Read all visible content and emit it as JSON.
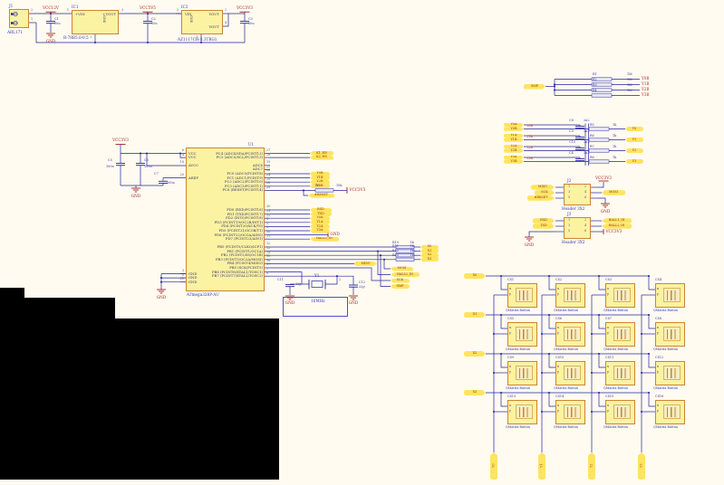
{
  "colors": {
    "background": "#FFFBF0",
    "wire": "#2222A2",
    "component_fill": "#FBF3A2",
    "component_border": "#CE8430",
    "flag_fill": "#FFE45E",
    "flag_text": "#8B3800",
    "power_red": "#A32222",
    "net_label_red": "#B33030",
    "ref_blue": "#3434B4",
    "pin_gray": "#5A5A7E",
    "selection_blue": "#5050C8",
    "resistor_fill": "#E9E9F7"
  },
  "num": {
    "p1": "1",
    "p2": "2",
    "p3": "3",
    "p4": "4",
    "p5": "5",
    "p6": "6"
  },
  "power": {
    "j1_ref": "J1",
    "j1_part": "ARL171",
    "vcc_in": "VCC12V",
    "c1r": "C1",
    "c1v": "10u",
    "ic1r": "IC1",
    "ic1p": "R-78B5.0-0.5",
    "ic1_vin": "+VIN",
    "ic1_vout": "+VOUT",
    "ic1_gnd": "GND",
    "vcc5": "VCC5V5",
    "c2r": "C2",
    "c2v": "10u",
    "ic2r": "IC2",
    "ic2p": "AZ1117CH-3.3TRG1",
    "ic2_vin": "VIN",
    "ic2_vout": "VOUT",
    "ic2_gnd": "GND",
    "vcc33": "VCC3V3",
    "c3r": "C3",
    "c3v": "10u",
    "gnd": "GND"
  },
  "mcu": {
    "ref": "U1",
    "part": "ATmega328P-AU",
    "vcc": "VCC3V3",
    "gnd": "GND",
    "caps": [
      {
        "r": "C5",
        "v": "100n"
      },
      {
        "r": "C6",
        "v": "100n"
      },
      {
        "r": "C7",
        "v": "100n"
      }
    ],
    "left_pins": [
      {
        "n": "VCC",
        "p": "6"
      },
      {
        "n": "VCC",
        "p": "4"
      },
      {
        "n": "AVCC",
        "p": "18"
      },
      {
        "n": "AREF",
        "p": "20"
      },
      {
        "n": "GND",
        "p": "3"
      },
      {
        "n": "GND",
        "p": "5"
      },
      {
        "n": "GND",
        "p": "21"
      }
    ],
    "right_pins": [
      {
        "n": "PC4 (ADC4/SDA/PCINT12)",
        "p": "27"
      },
      {
        "n": "PC5 (ADC5/SCL/PCINT13)",
        "p": "28"
      },
      {
        "n": "ADC6",
        "p": "19"
      },
      {
        "n": "ADC7",
        "p": "22"
      },
      {
        "n": "PC0 (ADC0/PCINT8)",
        "p": "23"
      },
      {
        "n": "PC1 (ADC1/PCINT9)",
        "p": "24"
      },
      {
        "n": "PC2 (ADC2/PCINT10)",
        "p": "25"
      },
      {
        "n": "PC3 (ADC3/PCINT11)",
        "p": "26"
      },
      {
        "n": "PC6 (RESET/PCINT14)",
        "p": "29"
      },
      {
        "n": "PD0 (RXD/PCINT16)",
        "p": "30"
      },
      {
        "n": "PD1 (TXD/PCINT17)",
        "p": "31"
      },
      {
        "n": "PD2 (INT0/PCINT18)",
        "p": "32"
      },
      {
        "n": "PD3 (PCINT19/OC2B/INT1)",
        "p": "1"
      },
      {
        "n": "PD4 (PCINT20/XCK/T0)",
        "p": "2"
      },
      {
        "n": "PD5 (PCINT21/OC0B/T1)",
        "p": "9"
      },
      {
        "n": "PD6 (PCINT22/OC0A/AIN0)",
        "p": "10"
      },
      {
        "n": "PD7 (PCINT23/AIN1)",
        "p": "11"
      },
      {
        "n": "PB0 (PCINT0/CLKO/ICP1)",
        "p": "12"
      },
      {
        "n": "PB1 (PCINT1/OC1A)",
        "p": "13"
      },
      {
        "n": "PB2 (PCINT2/SS/OC1B)",
        "p": "14"
      },
      {
        "n": "PB3 (PCINT3/OC2A/MOSI)",
        "p": "15"
      },
      {
        "n": "PB4 (PCINT4/MISO)",
        "p": "16"
      },
      {
        "n": "PB5 (SCK/PCINT5)",
        "p": "17"
      },
      {
        "n": "PB6 (PCINT6/XTAL1/TOSC1)",
        "p": "7"
      },
      {
        "n": "PB7 (PCINT7/XTAL2/TOSC2)",
        "p": "8"
      }
    ]
  },
  "nets": {
    "k1": "K1_EN",
    "k2": "K2_EN",
    "yb": [
      "Y0B",
      "Y1B",
      "Y2B",
      "Y3B"
    ],
    "ya": [
      "Y0A",
      "Y1A",
      "Y2A",
      "Y3A"
    ],
    "rxd": "RXD",
    "txd": "TXD",
    "gnd": "GND",
    "hall1": "HALL1_IN",
    "hall2": "HALL2_IN",
    "miso": "MISO",
    "mosi": "MOSI",
    "sck": "SCK",
    "smp": "SMP",
    "reset": "#RESET",
    "vcc33": "VCC3V3"
  },
  "reset_r": {
    "r": "R9",
    "v": "10k"
  },
  "xres": [
    {
      "r": "R10",
      "v": "1k",
      "x": "X0"
    },
    {
      "r": "R11",
      "v": "1k",
      "x": "X1"
    },
    {
      "r": "R12",
      "v": "1k",
      "x": "X2"
    },
    {
      "r": "R13",
      "v": "1k",
      "x": "X3"
    }
  ],
  "xtal": {
    "ref": "Y1",
    "freq": "16MHz",
    "c1": "C11",
    "c1v": "22p",
    "c2": "C12",
    "c2v": "22p",
    "gnd": "GND"
  },
  "smp_rows": [
    {
      "r": "R1",
      "v": "1M",
      "net": "Y0B"
    },
    {
      "r": "R2",
      "v": "1M",
      "net": "Y1B"
    },
    {
      "r": "R3",
      "v": "1M",
      "net": "Y2B"
    },
    {
      "r": "R4",
      "v": "1M",
      "net": "Y3B"
    }
  ],
  "ynet": [
    {
      "a": "Y0A",
      "b": "Y0B",
      "c": "C8",
      "cv": "2n2",
      "rr": "R5",
      "rv": "1k",
      "y": "Y0"
    },
    {
      "a": "Y1A",
      "b": "Y1B",
      "c": "C9",
      "cv": "2n2",
      "rr": "R6",
      "rv": "1k",
      "y": "Y1"
    },
    {
      "a": "Y2A",
      "b": "Y2B",
      "c": "C10",
      "cv": "2n2",
      "rr": "R7",
      "rv": "1k",
      "y": "Y2"
    },
    {
      "a": "Y3A",
      "b": "Y3B",
      "c": "C4",
      "cv": "2n2",
      "rr": "R8",
      "rv": "1k",
      "y": "Y3"
    }
  ],
  "j2": {
    "ref": "J2",
    "part": "Header 3X2",
    "l": [
      "MISO",
      "SCK",
      "#RESET"
    ],
    "mosi": "MOSI",
    "vcc": "VCC3V3",
    "gnd": "GND"
  },
  "j3": {
    "ref": "J3",
    "part": "Header 3X2",
    "l": [
      "RXD",
      "TXD"
    ],
    "h1": "HALL1_IN",
    "h2": "HALL2_IN",
    "vcc": "VCC3V3",
    "gnd": "GND"
  },
  "grid": {
    "label": "QMatrix Button",
    "pinx": "x",
    "piny": "y",
    "x_nets": [
      "X0",
      "X1",
      "X2",
      "X3"
    ],
    "refs": [
      [
        "CS1",
        "CS2",
        "CS3",
        "CS4"
      ],
      [
        "CS5",
        "CS6",
        "CS7",
        "CS8"
      ],
      [
        "CS9",
        "CS10",
        "CS11",
        "CS12"
      ],
      [
        "CS13",
        "CS14",
        "CS15",
        "CS16"
      ]
    ],
    "bottom_nets": [
      "Y0",
      "Y1",
      "Y2",
      "Y3"
    ]
  }
}
